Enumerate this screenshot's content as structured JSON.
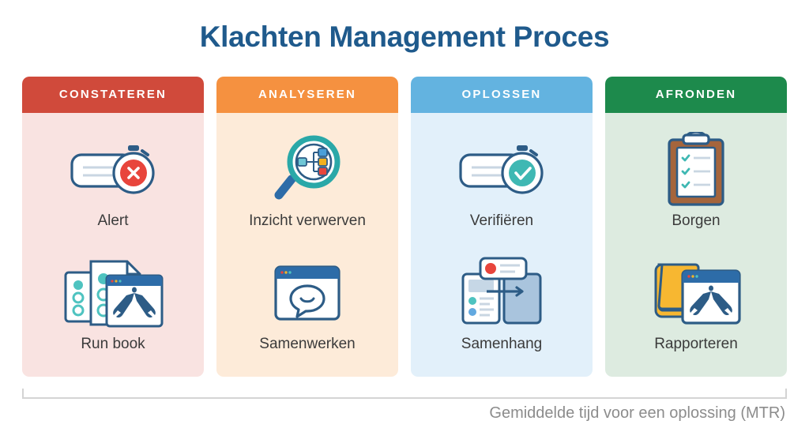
{
  "page": {
    "title": "Klachten Management Proces",
    "title_color": "#1f5a8c",
    "background": "#ffffff"
  },
  "footer": {
    "caption": "Gemiddelde tijd voor een oplossing (MTR)",
    "caption_color": "#8c8c8c",
    "bracket_color": "#d4d4d4"
  },
  "columns": [
    {
      "header": "CONSTATEREN",
      "header_color": "#d04a3b",
      "body_color": "#f9e3e1",
      "steps": [
        {
          "label": "Alert",
          "icon": "alert-stopwatch-icon"
        },
        {
          "label": "Run book",
          "icon": "runbook-documents-icon"
        }
      ]
    },
    {
      "header": "ANALYSEREN",
      "header_color": "#f59140",
      "body_color": "#fdebd9",
      "steps": [
        {
          "label": "Inzicht verwerven",
          "icon": "magnifier-diagram-icon"
        },
        {
          "label": "Samenwerken",
          "icon": "browser-chat-icon"
        }
      ]
    },
    {
      "header": "OPLOSSEN",
      "header_color": "#63b3e0",
      "body_color": "#e2f0fa",
      "steps": [
        {
          "label": "Verifiëren",
          "icon": "verify-stopwatch-icon"
        },
        {
          "label": "Samenhang",
          "icon": "correlation-panels-icon"
        }
      ]
    },
    {
      "header": "AFRONDEN",
      "header_color": "#1d8a4c",
      "body_color": "#ddebe0",
      "steps": [
        {
          "label": "Borgen",
          "icon": "clipboard-checklist-icon"
        },
        {
          "label": "Rapporteren",
          "icon": "book-browser-icon"
        }
      ]
    }
  ]
}
